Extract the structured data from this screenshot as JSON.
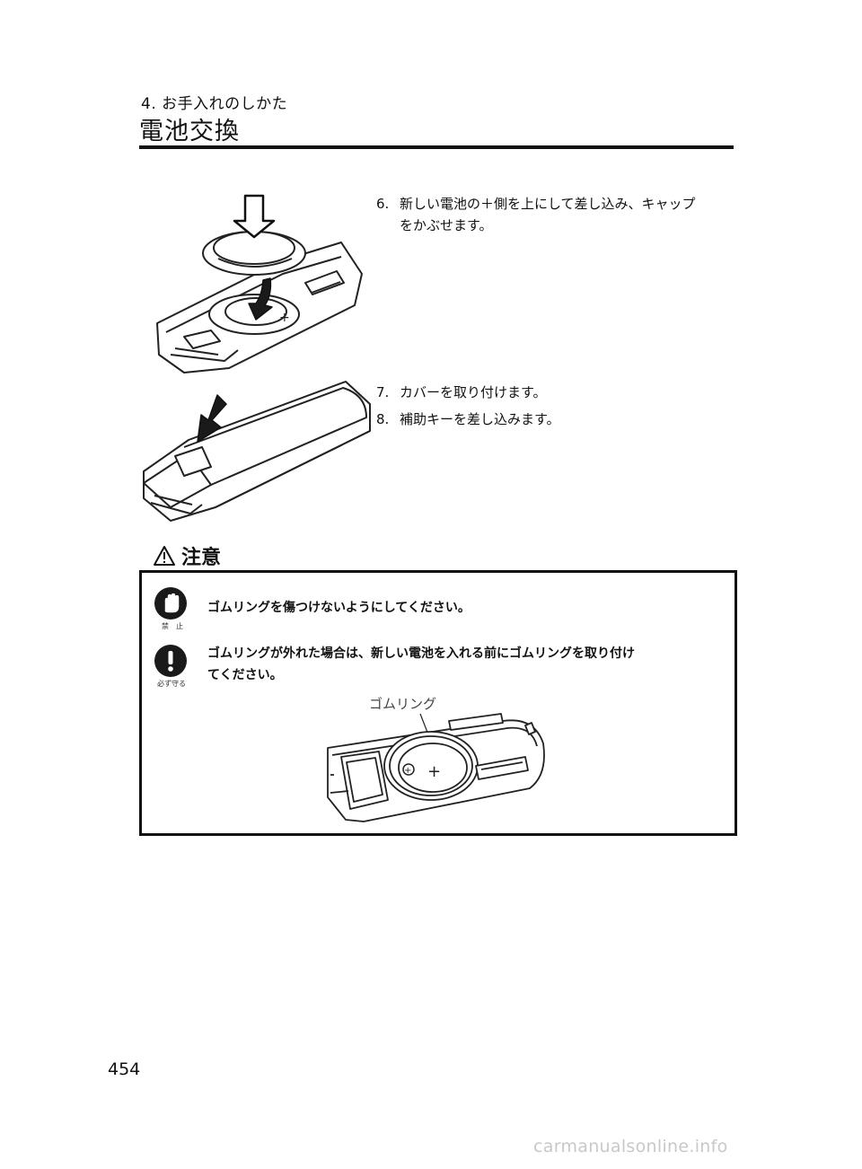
{
  "header": {
    "section_label": "4. お手入れのしかた",
    "title": "電池交換"
  },
  "steps": [
    {
      "number": "6.",
      "text": "新しい電池の＋側を上にして差し込み、キャップ",
      "text_line2": "をかぶせます。"
    },
    {
      "number": "7.",
      "text": "カバーを取り付けます。"
    },
    {
      "number": "8.",
      "text": "補助キーを差し込みます。"
    }
  ],
  "caution": {
    "heading": "注意",
    "items": [
      {
        "icon": "prohibition-hand-icon",
        "icon_label": "禁　止",
        "text": "ゴムリングを傷つけないようにしてください。"
      },
      {
        "icon": "exclamation-icon",
        "icon_label": "必ず守る",
        "text": "ゴムリングが外れた場合は、新しい電池を入れる前にゴムリングを取り付け",
        "text_line2": "てください。"
      }
    ],
    "figure_label": "ゴムリング"
  },
  "page_number": "454",
  "watermark": "carmanualsonline.info"
}
